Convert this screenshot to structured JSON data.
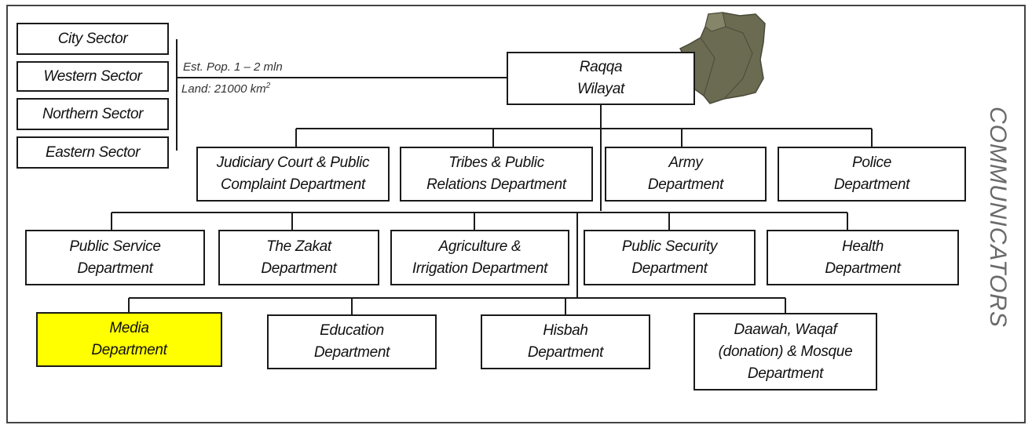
{
  "sectors": [
    "City Sector",
    "Western Sector",
    "Northern Sector",
    "Eastern Sector"
  ],
  "info": {
    "population": "Est. Pop. 1 – 2 mln",
    "land": "Land: 21000 km",
    "land_sup": "2"
  },
  "root": "Raqqa\nWilayat",
  "departments": [
    "Judiciary Court & Public\nComplaint Department",
    "Tribes & Public\nRelations Department",
    "Army\nDepartment",
    "Police\nDepartment",
    "Public Service\nDepartment",
    "The Zakat\nDepartment",
    "Agriculture &\nIrrigation Department",
    "Public Security\nDepartment",
    "Health\nDepartment",
    "Media\nDepartment",
    "Education\nDepartment",
    "Hisbah\nDepartment",
    "Daawah, Waqaf\n(donation) & Mosque\nDepartment"
  ],
  "side_label": "COMMUNICATORS",
  "colors": {
    "highlight": "#ffff00",
    "map_fill": "#6b6b52",
    "map_fill_light": "#858569",
    "line": "#1a1a1a",
    "side_label": "#6a6a6a"
  },
  "icons": {
    "map": "region-map-icon"
  }
}
